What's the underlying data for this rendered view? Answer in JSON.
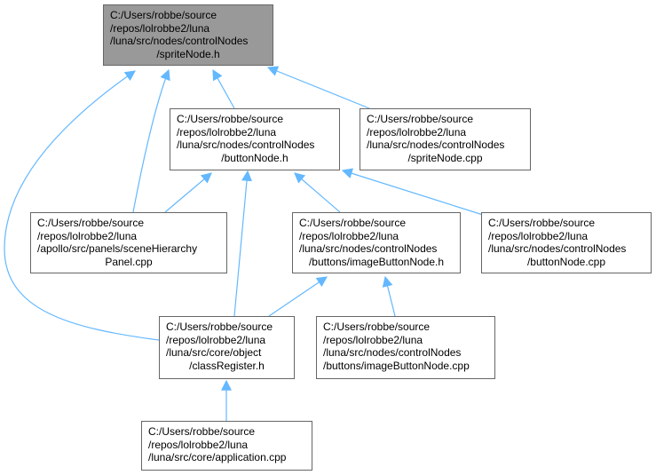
{
  "graph_title": "",
  "colors": {
    "edge": "#63b8ff",
    "root_fill": "#999999",
    "node_border": "#666666"
  },
  "nodes": [
    {
      "id": "spriteNode_h",
      "lines": [
        "C:/Users/robbe/source",
        "/repos/lolrobbe2/luna",
        "/luna/src/nodes/controlNodes",
        "/spriteNode.h"
      ]
    },
    {
      "id": "buttonNode_h",
      "lines": [
        "C:/Users/robbe/source",
        "/repos/lolrobbe2/luna",
        "/luna/src/nodes/controlNodes",
        "/buttonNode.h"
      ]
    },
    {
      "id": "spriteNode_cpp",
      "lines": [
        "C:/Users/robbe/source",
        "/repos/lolrobbe2/luna",
        "/luna/src/nodes/controlNodes",
        "/spriteNode.cpp"
      ]
    },
    {
      "id": "sceneHierarchyPanel_cpp",
      "lines": [
        "C:/Users/robbe/source",
        "/repos/lolrobbe2/luna",
        "/apollo/src/panels/sceneHierarchy",
        "Panel.cpp"
      ]
    },
    {
      "id": "imageButtonNode_h",
      "lines": [
        "C:/Users/robbe/source",
        "/repos/lolrobbe2/luna",
        "/luna/src/nodes/controlNodes",
        "/buttons/imageButtonNode.h"
      ]
    },
    {
      "id": "buttonNode_cpp",
      "lines": [
        "C:/Users/robbe/source",
        "/repos/lolrobbe2/luna",
        "/luna/src/nodes/controlNodes",
        "/buttonNode.cpp"
      ]
    },
    {
      "id": "classRegister_h",
      "lines": [
        "C:/Users/robbe/source",
        "/repos/lolrobbe2/luna",
        "/luna/src/core/object",
        "/classRegister.h"
      ]
    },
    {
      "id": "imageButtonNode_cpp",
      "lines": [
        "C:/Users/robbe/source",
        "/repos/lolrobbe2/luna",
        "/luna/src/nodes/controlNodes",
        "/buttons/imageButtonNode.cpp"
      ]
    },
    {
      "id": "application_cpp",
      "lines": [
        "C:/Users/robbe/source",
        "/repos/lolrobbe2/luna",
        "/luna/src/core/application.cpp"
      ]
    }
  ]
}
